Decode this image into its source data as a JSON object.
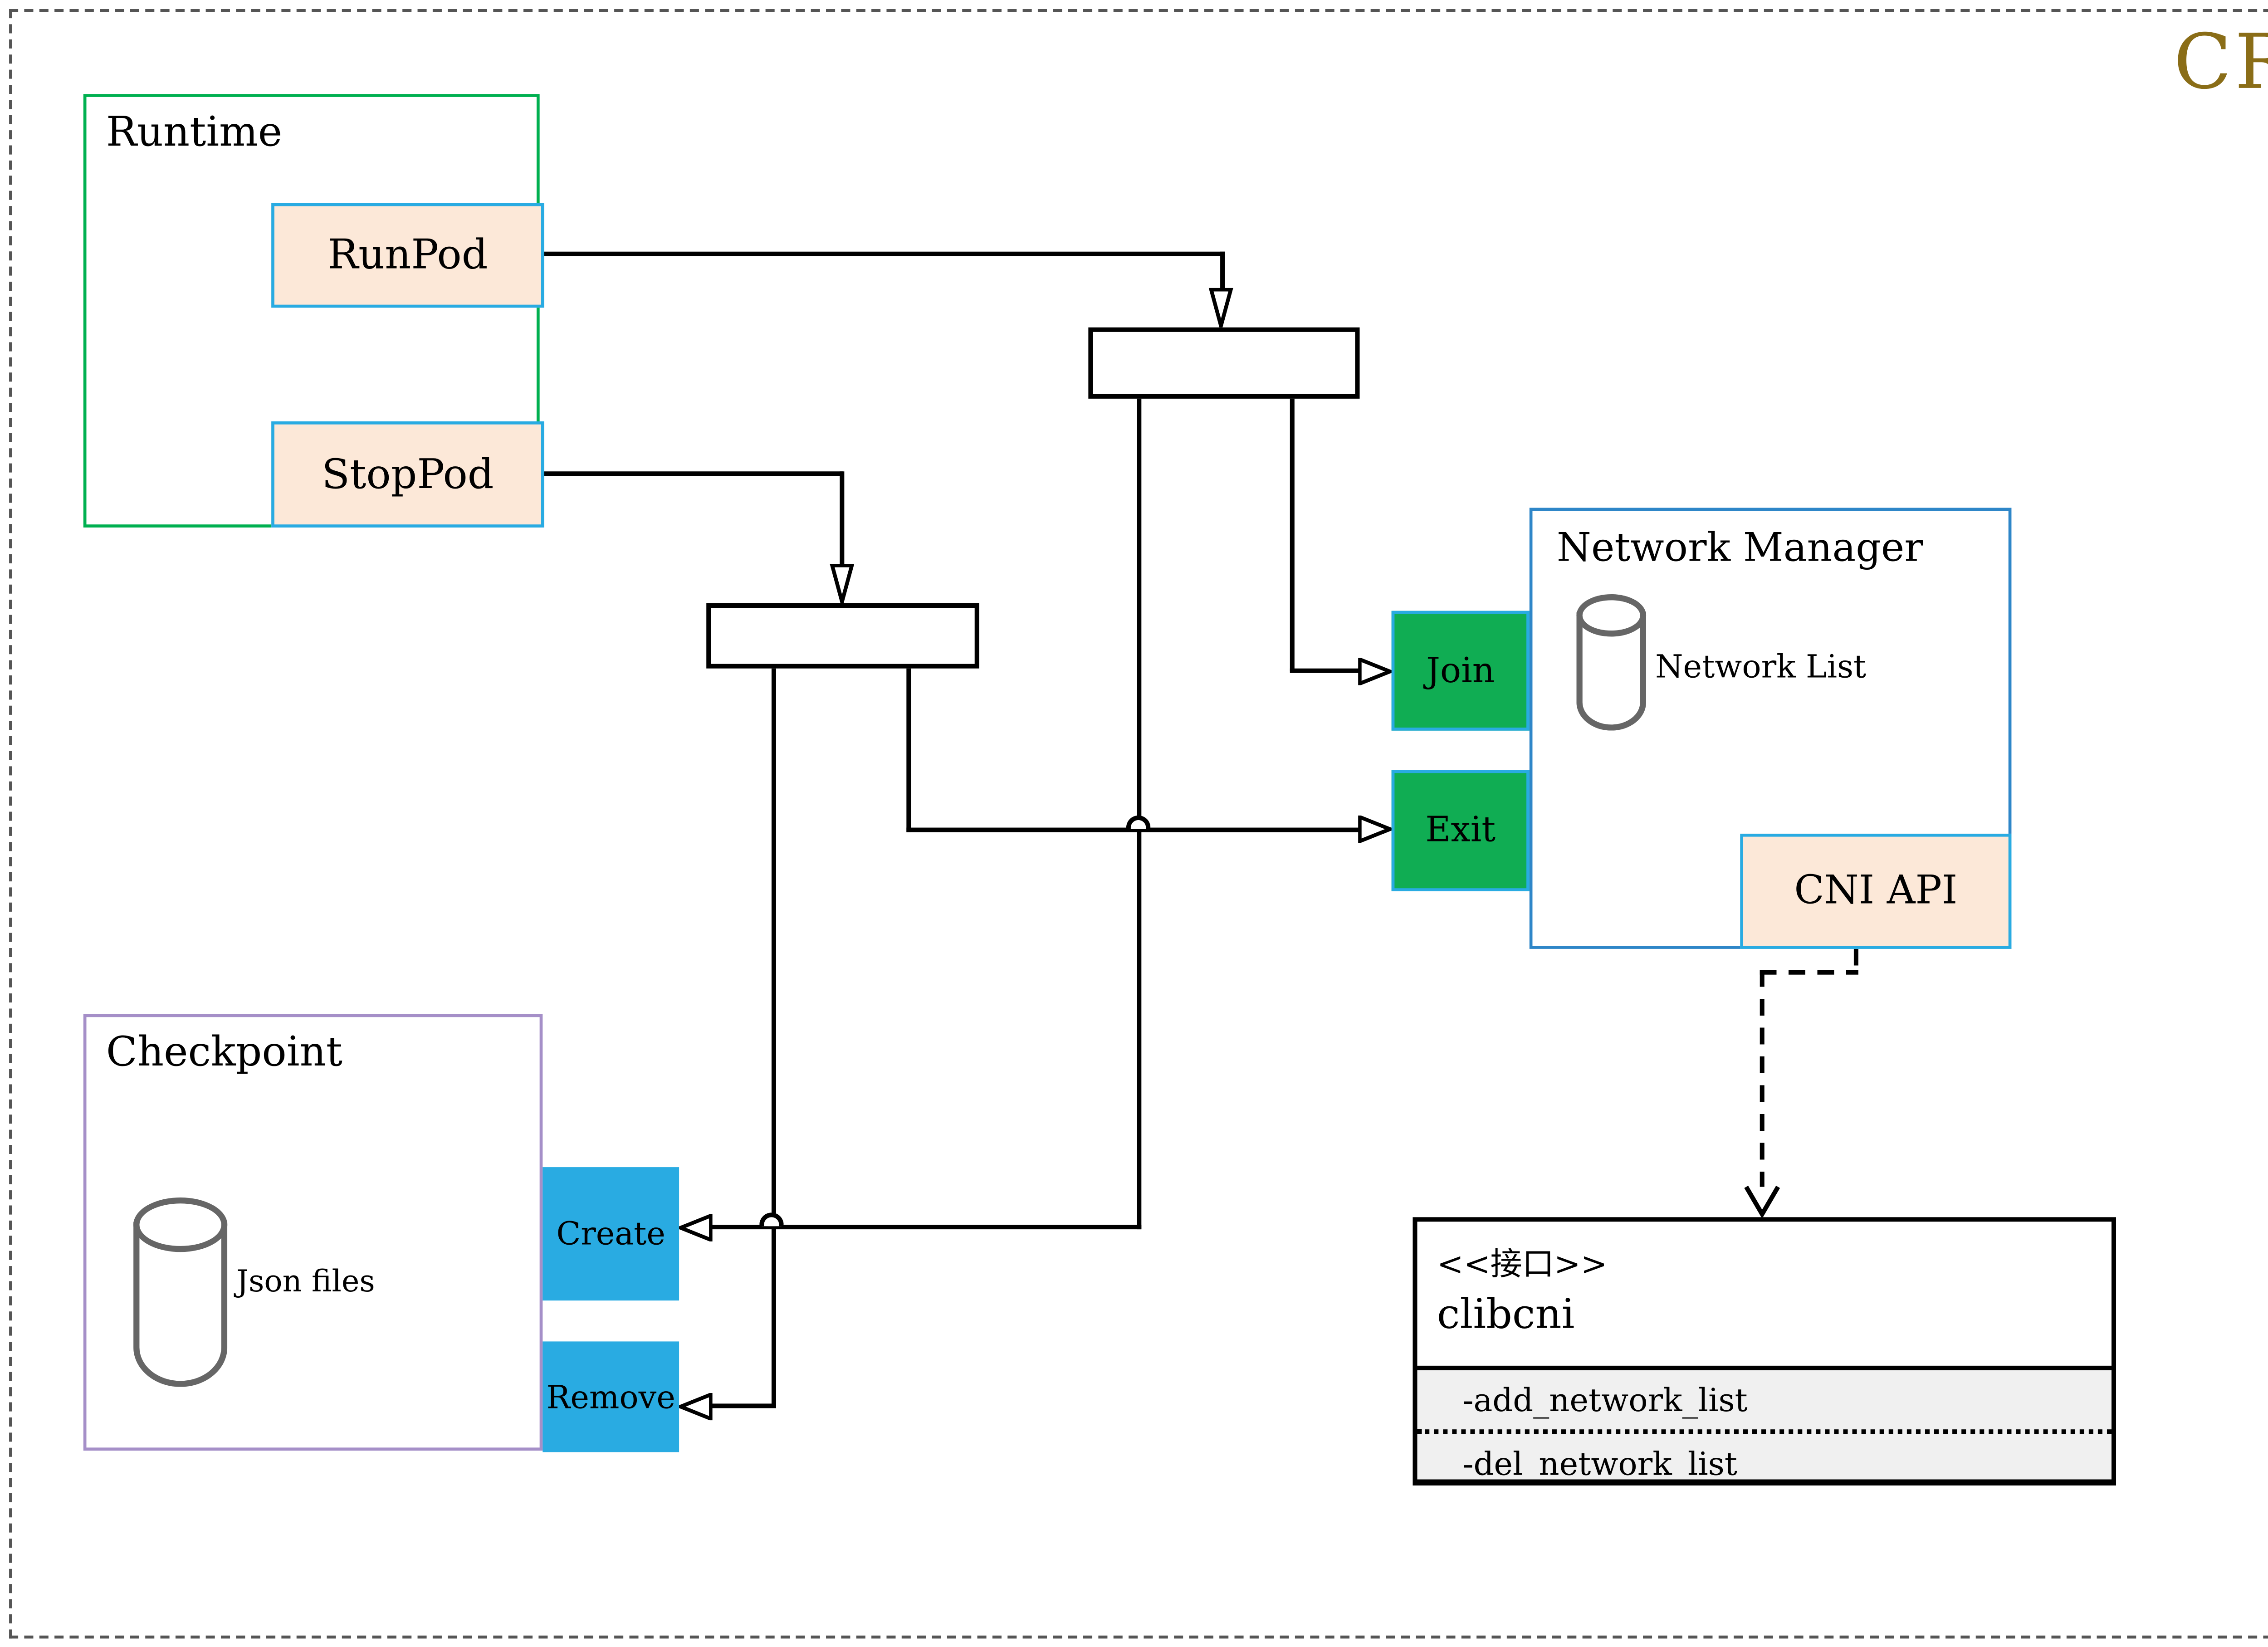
{
  "title": "CRI",
  "colors": {
    "accent_green": "#00b050",
    "accent_cyan": "#29abe2",
    "peach_fill": "#fce8d8",
    "green_fill": "#10ad53",
    "blue_fill": "#29abe2",
    "nm_border": "#2e86c8",
    "checkpoint_border": "#a58fc8",
    "methods_fill": "#f0f0f0",
    "cri_color": "#8a6d17"
  },
  "runtime": {
    "label": "Runtime",
    "runpod_label": "RunPod",
    "stoppod_label": "StopPod"
  },
  "network_manager": {
    "label": "Network Manager",
    "network_list_label": "Network List",
    "join_label": "Join",
    "exit_label": "Exit",
    "cni_api_label": "CNI API"
  },
  "checkpoint": {
    "label": "Checkpoint",
    "json_files_label": "Json files",
    "create_label": "Create",
    "remove_label": "Remove"
  },
  "clibcni": {
    "stereotype": "<<接口>>",
    "name": "clibcni",
    "methods": [
      "-add_network_list",
      "-del_network_list"
    ]
  }
}
